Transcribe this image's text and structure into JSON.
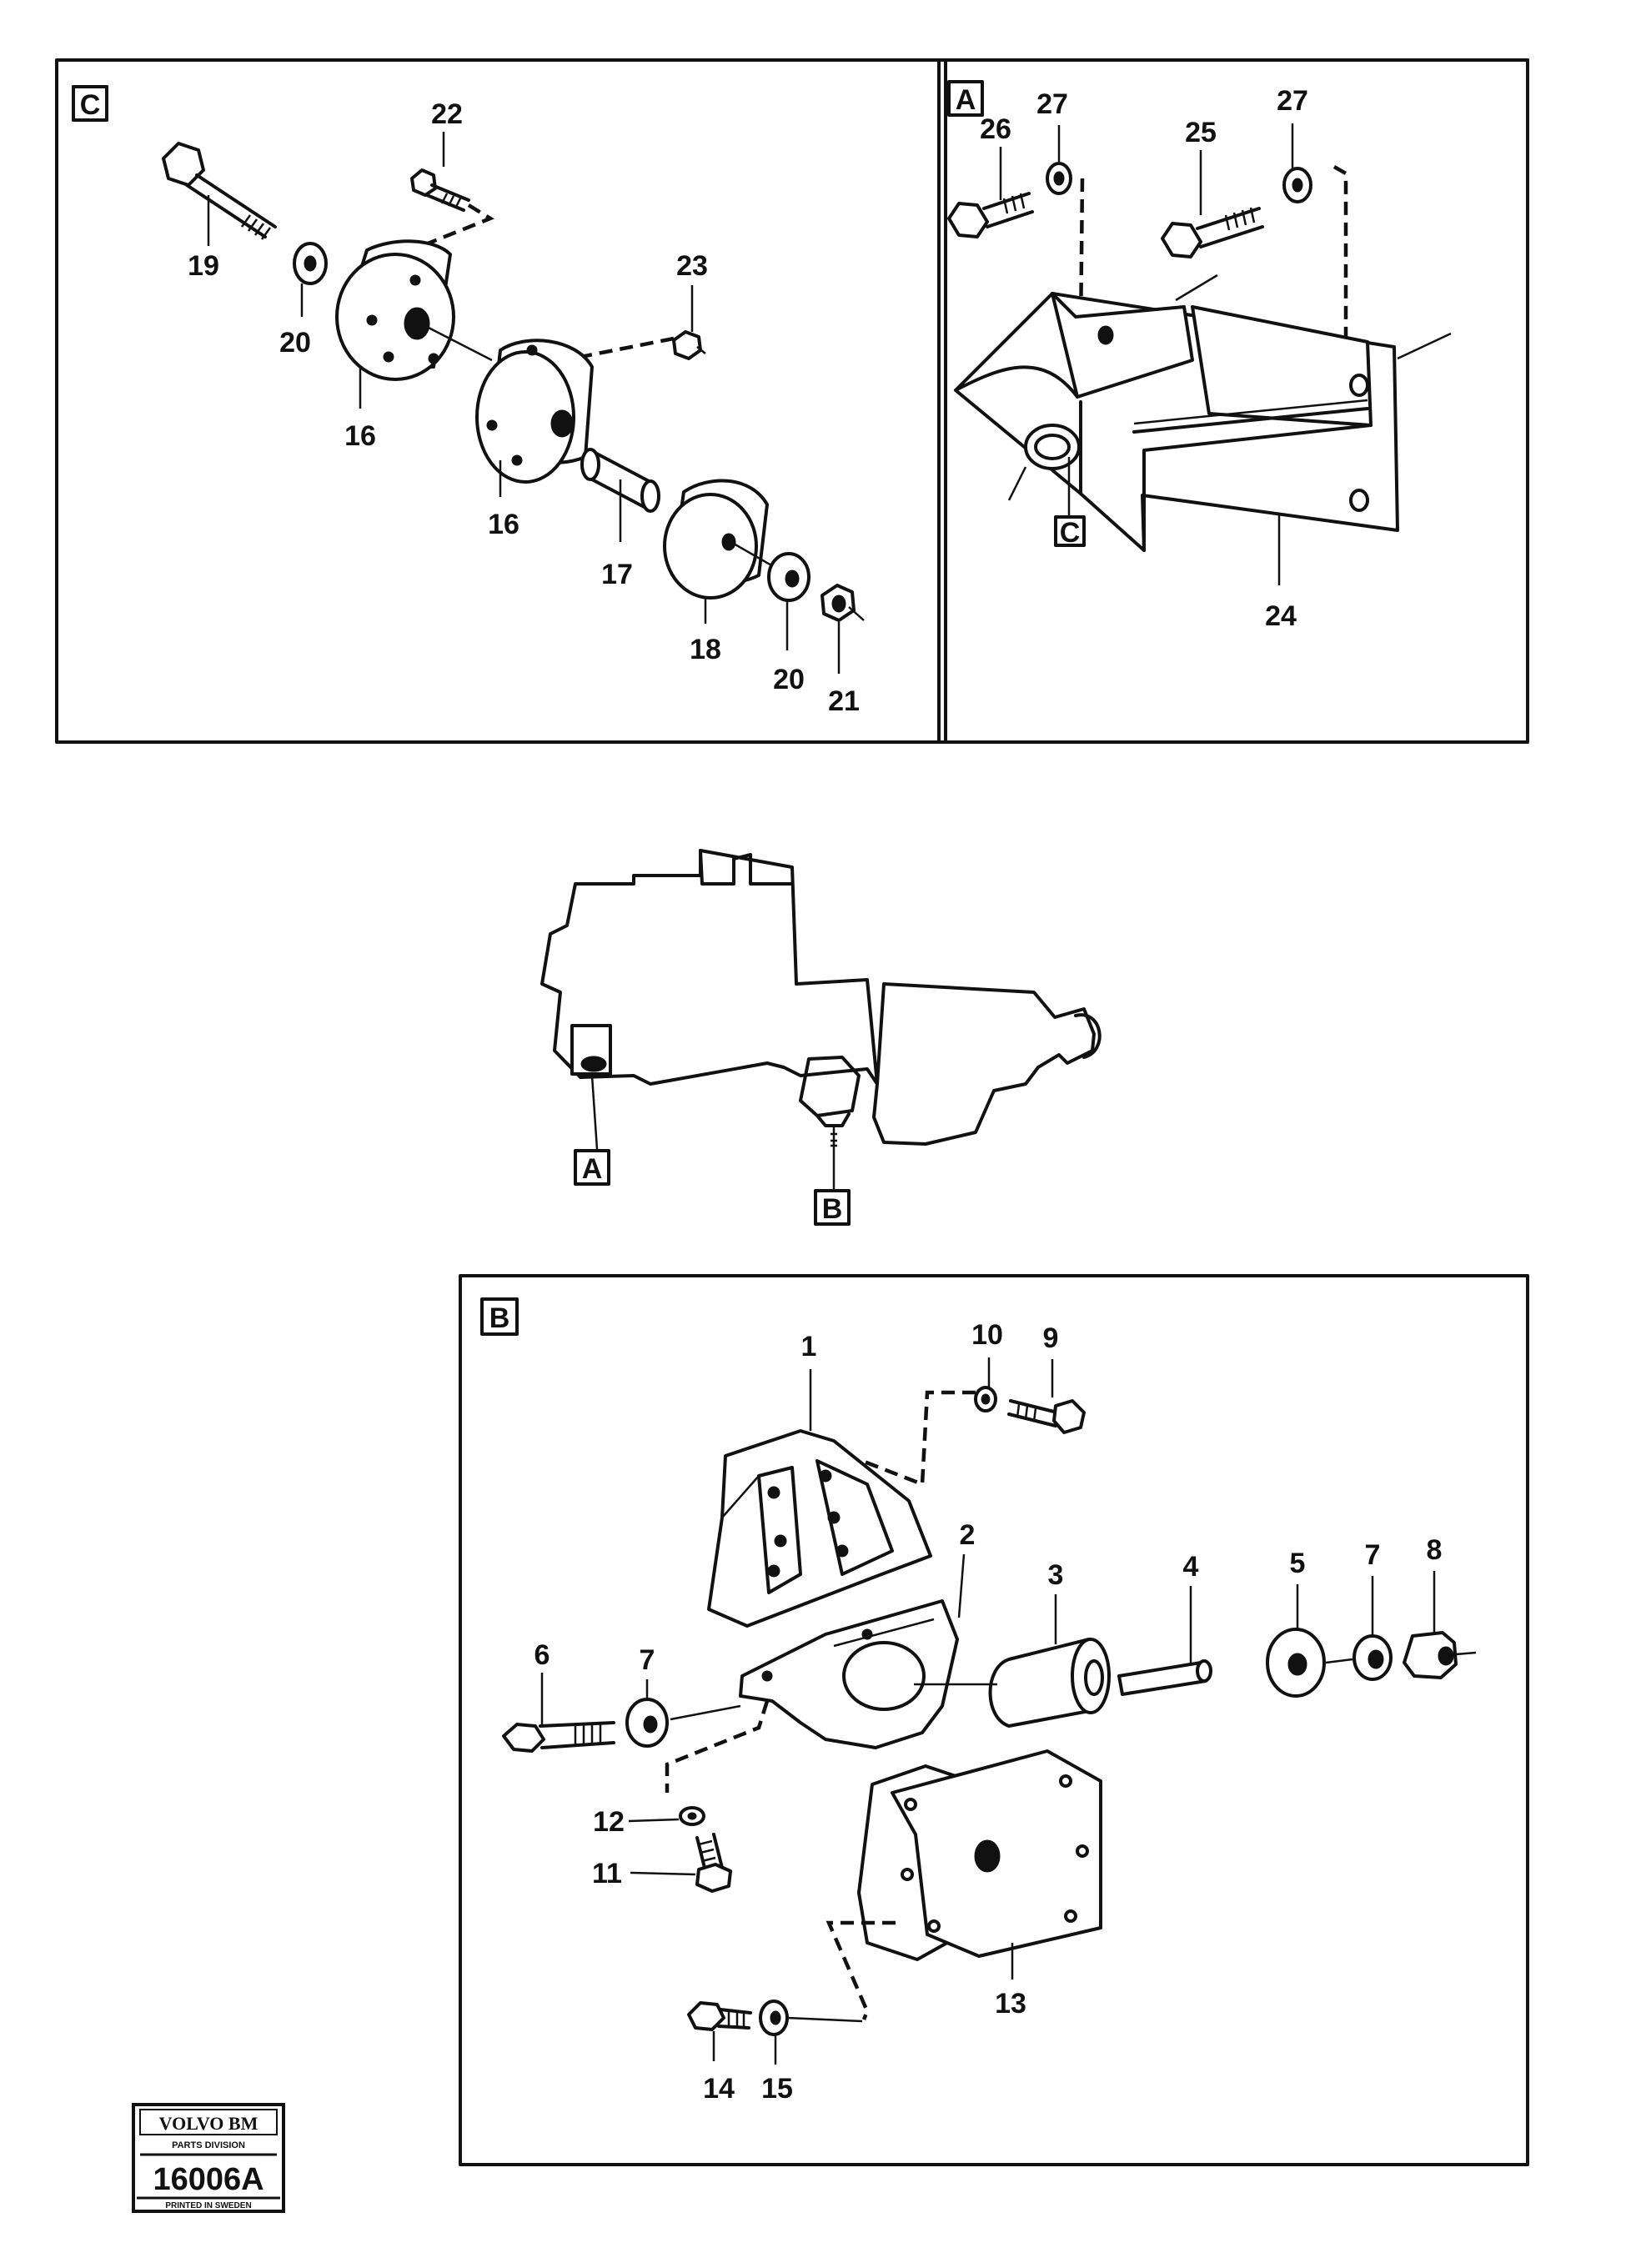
{
  "panels": {
    "c": {
      "label": "C",
      "callouts": [
        "22",
        "19",
        "20",
        "23",
        "16",
        "16",
        "17",
        "18",
        "20",
        "21"
      ]
    },
    "a": {
      "label": "A",
      "sub_label": "C",
      "callouts": [
        "27",
        "26",
        "27",
        "25",
        "24"
      ]
    },
    "overview": {
      "labels": [
        "A",
        "B"
      ]
    },
    "b": {
      "label": "B",
      "callouts": [
        "10",
        "9",
        "1",
        "2",
        "3",
        "4",
        "5",
        "7",
        "8",
        "6",
        "7",
        "12",
        "11",
        "13",
        "14",
        "15"
      ]
    }
  },
  "logo": {
    "brand": "VOLVO BM",
    "division": "PARTS DIVISION",
    "number": "16006A",
    "footer": "PRINTED IN SWEDEN"
  }
}
